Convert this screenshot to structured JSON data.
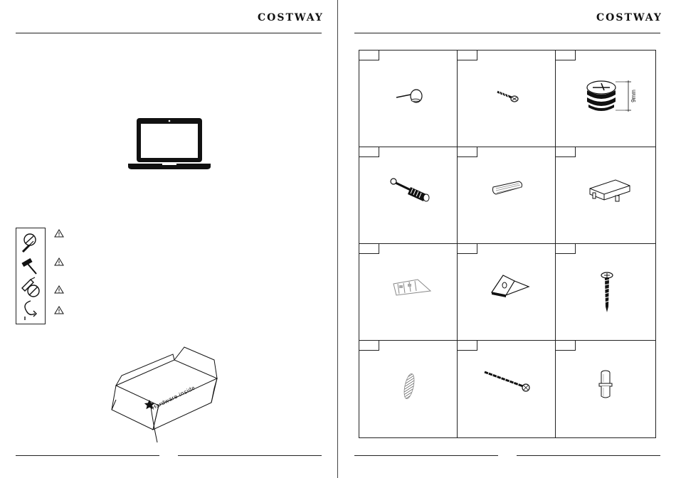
{
  "brand": "COSTWAY",
  "carton": {
    "label": "Hardware inside"
  },
  "parts_grid": {
    "dimension_label": "9mm",
    "parts": [
      {
        "icon": "flat-nail-icon"
      },
      {
        "icon": "short-screw-icon"
      },
      {
        "icon": "cam-lock-icon"
      },
      {
        "icon": "cam-bolt-icon"
      },
      {
        "icon": "wooden-dowel-icon"
      },
      {
        "icon": "plastic-clip-icon"
      },
      {
        "icon": "wall-anchor-icon"
      },
      {
        "icon": "corner-bracket-icon"
      },
      {
        "icon": "wood-screw-icon"
      },
      {
        "icon": "cover-cap-icon"
      },
      {
        "icon": "long-screw-icon"
      },
      {
        "icon": "shelf-pin-icon"
      }
    ]
  },
  "tools": [
    {
      "icon": "screwdriver-icon",
      "warning": "warning-icon"
    },
    {
      "icon": "hammer-icon",
      "warning": "warning-icon"
    },
    {
      "icon": "power-drill-icon",
      "warning": "warning-icon"
    },
    {
      "icon": "wrench-icon",
      "warning": "warning-icon"
    }
  ]
}
